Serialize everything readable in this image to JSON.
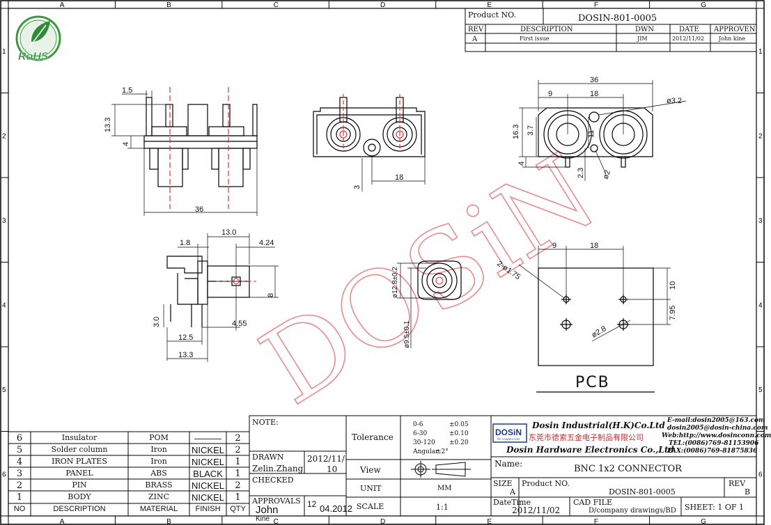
{
  "border": {
    "columns": [
      "A",
      "B",
      "C",
      "D",
      "E",
      "F",
      "G"
    ],
    "rows": [
      "1",
      "2",
      "3",
      "4",
      "5",
      "6"
    ]
  },
  "logo": {
    "text": "RoHS"
  },
  "header": {
    "product_no_label": "Product NO.",
    "product_no": "DOSIN-801-0005",
    "rev_label": "REV",
    "description_label": "DESCRIPTION",
    "dwn_label": "DWN",
    "date_label": "DATE",
    "approven_label": "APPROVEN",
    "rev": "A",
    "description": "First issue",
    "dwn": "JIM",
    "date": "2012/11/02",
    "approven": "John kine"
  },
  "watermark": "DOSiN",
  "dims": {
    "d1_5": "1.5",
    "d13_3": "13.3",
    "d4": "4",
    "d36a": "36",
    "d3": "3",
    "d18a": "18",
    "d36b": "36",
    "d9a": "9",
    "d18b": "18",
    "d3_2": "ø3.2",
    "d16_3": "16.3",
    "d3_7": "3.7",
    "d11": "11",
    "d4b": "4",
    "d2_3": "2.3",
    "d2": "ø2",
    "d13_0": "13.0",
    "d1_8": "1.8",
    "d4_24": "4.24",
    "d8": "8",
    "d3_0": "3.0",
    "d4_55": "4.55",
    "d12_5": "12.5",
    "d13_3b": "13.3",
    "d12_8": "ø12.8±0.2",
    "d9_5": "ø9.5±0.1",
    "d9b": "9",
    "d18c": "18",
    "d2_175": "2-ø1.75",
    "d10": "10",
    "d7_95": "7.95",
    "d2_8": "ø2.8",
    "pcb": "PCB"
  },
  "bom": {
    "headers": [
      "NO",
      "DESCRIPTION",
      "MATERIAL",
      "FINISH",
      "QTY"
    ],
    "rows": [
      {
        "no": "6",
        "desc": "Insulator",
        "mat": "POM",
        "fin": "———",
        "qty": "2"
      },
      {
        "no": "5",
        "desc": "Solder column",
        "mat": "Iron",
        "fin": "NICKEL",
        "qty": "2"
      },
      {
        "no": "4",
        "desc": "IRON PLATES",
        "mat": "Iron",
        "fin": "NICKEL",
        "qty": "1"
      },
      {
        "no": "3",
        "desc": "PANEL",
        "mat": "ABS",
        "fin": "BLACK",
        "qty": "1"
      },
      {
        "no": "2",
        "desc": "PIN",
        "mat": "BRASS",
        "fin": "NICKEL",
        "qty": "2"
      },
      {
        "no": "1",
        "desc": "BODY",
        "mat": "ZINC",
        "fin": "NICKEL",
        "qty": "1"
      }
    ]
  },
  "title_block": {
    "note_label": "NOTE:",
    "drawn_label": "DRAWN",
    "drawn_by": "Zelin.Zhang",
    "drawn_date": "2012/11/",
    "drawn_date2": "10",
    "checked_label": "CHECKED",
    "approvals_label": "APPROVALS",
    "approvals_name": "John",
    "approvals_name2": "Kine",
    "approvals_date_a": "12",
    "approvals_date_b": "04.2012",
    "tolerance_label": "Tolerance",
    "tol_rows": [
      {
        "range": "0-6",
        "val": "±0.05"
      },
      {
        "range": "6-30",
        "val": "±0.10"
      },
      {
        "range": "30-120",
        "val": "±0.20"
      },
      {
        "range": "Angular",
        "val": "±2°"
      }
    ],
    "view_label": "View",
    "unit_label": "UNIT",
    "unit": "MM",
    "scale_label": "SCALE",
    "scale": "1:1",
    "company_logo": "DOSiN",
    "company_logo_sub": "RF CONNECTOR",
    "company_en": "Dosin Industrial(H.K)Co.Ltd",
    "company_cn": "东莞市德索五金电子制品有限公司",
    "company_en2": "Dosin Hardware Electronics Co.,Ltd",
    "email1": "E-mail:dosin2005@163.com",
    "email2": "dosin2005@dosin-china.com",
    "web": "Web:http://www.dosinconn.com",
    "tel": "TEL:(0086)769-81153906",
    "fax": "FAX:(0086)769-81875836",
    "name_label": "Name:",
    "name": "BNC 1x2 CONNECTOR",
    "size_label": "SIZE",
    "size": "A",
    "product_no_label": "Product NO.",
    "product_no": "DOSIN-801-0005",
    "rev_label": "REV",
    "rev": "B",
    "datetime_label": "DateTime",
    "datetime": "2012/11/02",
    "cad_label": "CAD FILE",
    "cad": "D/company drawings/BD",
    "sheet": "SHEET:  1 OF 1"
  }
}
